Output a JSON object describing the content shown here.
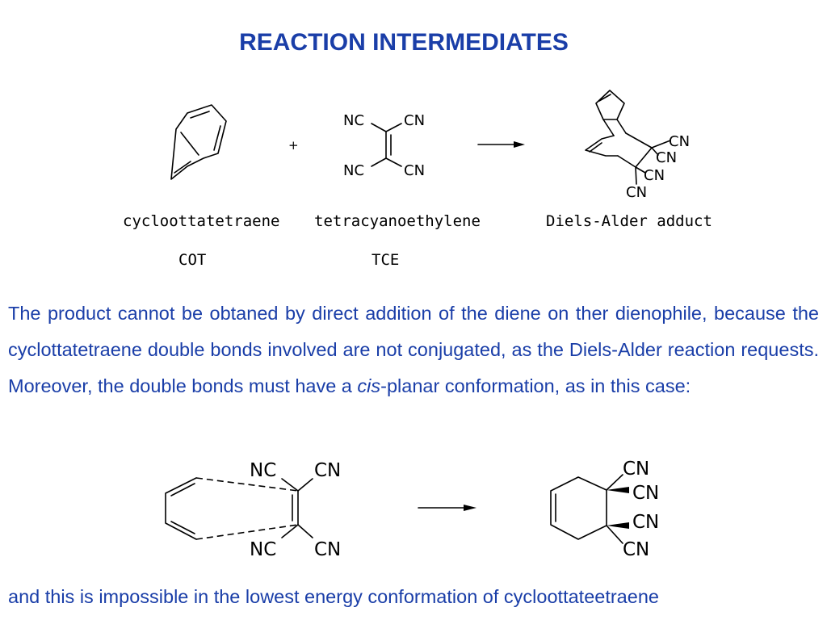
{
  "title": "REACTION INTERMEDIATES",
  "scheme1": {
    "plus": "+",
    "nc": "NC",
    "cn": "CN",
    "labels": {
      "cot_name": "cycloottatetraene",
      "cot_abbr": "COT",
      "tce_name": "tetracyanoethylene",
      "tce_abbr": "TCE",
      "adduct": "Diels-Alder adduct"
    }
  },
  "paragraph": {
    "part1": "The product cannot be obtaned by direct addition  of the diene on ther dienophile, because the cyclottatetraene double bonds involved are not conjugated, as the Diels-Alder reaction requests. Moreover, the double bonds must have a ",
    "italic": "cis",
    "part2": "-planar conformation, as in this case:"
  },
  "scheme2": {
    "nc": "NC",
    "cn": "CN"
  },
  "closing": "and this is impossible in the lowest energy conformation of cycloottateetraene"
}
